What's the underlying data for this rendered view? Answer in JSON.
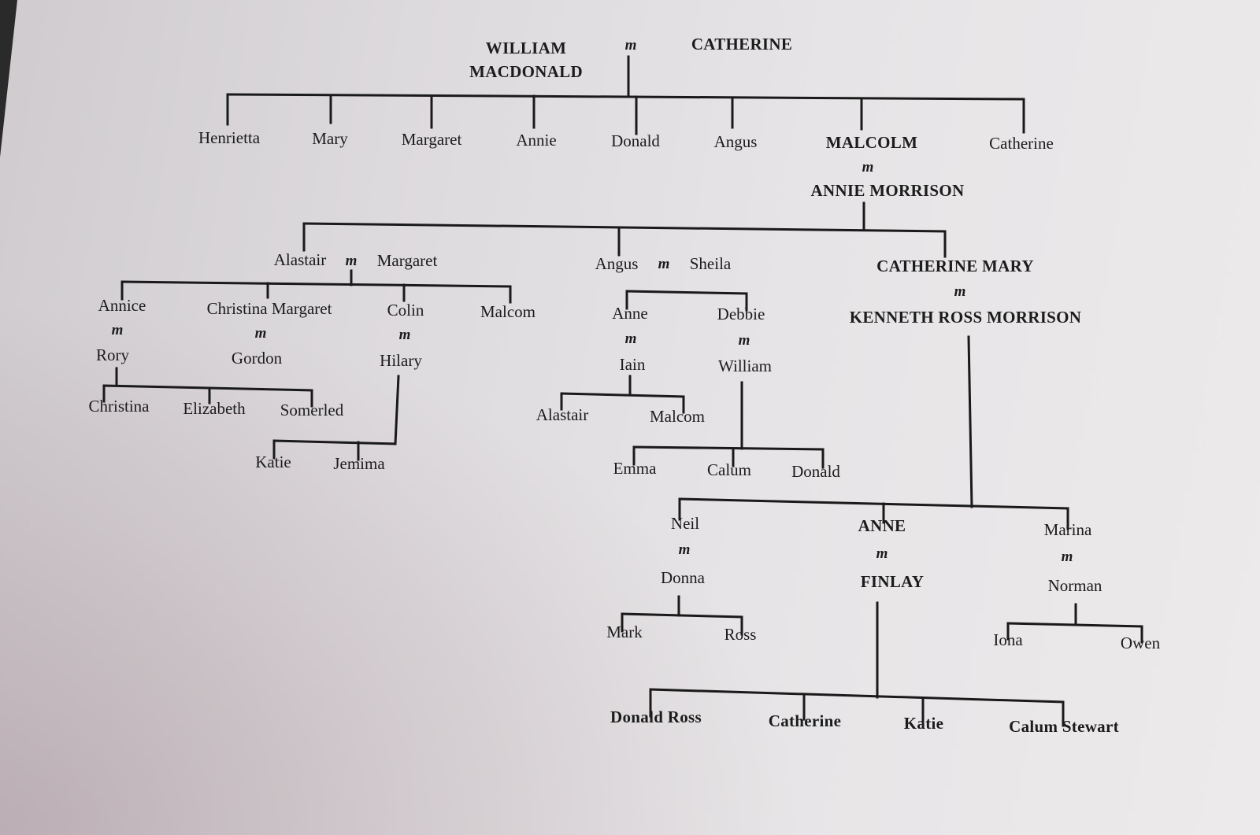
{
  "people": {
    "william_macdonald": "WILLIAM\nMACDONALD",
    "catherine_top": "CATHERINE",
    "henrietta": "Henrietta",
    "mary": "Mary",
    "margaret_g2": "Margaret",
    "annie_g2": "Annie",
    "donald_g2": "Donald",
    "angus_g2": "Angus",
    "malcolm": "MALCOLM",
    "catherine_g2": "Catherine",
    "annie_morrison": "ANNIE MORRISON",
    "alastair": "Alastair",
    "margaret_spouse": "Margaret",
    "angus_g3": "Angus",
    "sheila": "Sheila",
    "catherine_mary": "CATHERINE MARY",
    "kenneth": "KENNETH ROSS MORRISON",
    "annice": "Annice",
    "rory": "Rory",
    "christina_margaret": "Christina Margaret",
    "gordon": "Gordon",
    "colin": "Colin",
    "hilary": "Hilary",
    "malcom_g4": "Malcom",
    "christina": "Christina",
    "elizabeth": "Elizabeth",
    "somerled": "Somerled",
    "katie_g5": "Katie",
    "jemima": "Jemima",
    "anne_g4": "Anne",
    "iain": "Iain",
    "debbie": "Debbie",
    "william_spouse": "William",
    "alastair_g5": "Alastair",
    "malcom_g5": "Malcom",
    "emma": "Emma",
    "calum": "Calum",
    "donald_g5": "Donald",
    "neil": "Neil",
    "donna": "Donna",
    "anne_caps": "ANNE",
    "finlay": "FINLAY",
    "marina": "Marina",
    "norman": "Norman",
    "mark": "Mark",
    "ross": "Ross",
    "iona": "Iona",
    "owen": "Owen",
    "donald_ross": "Donald Ross",
    "catherine_g6": "Catherine",
    "katie_g6": "Katie",
    "calum_stewart": "Calum Stewart"
  },
  "marriage_symbol": "m"
}
